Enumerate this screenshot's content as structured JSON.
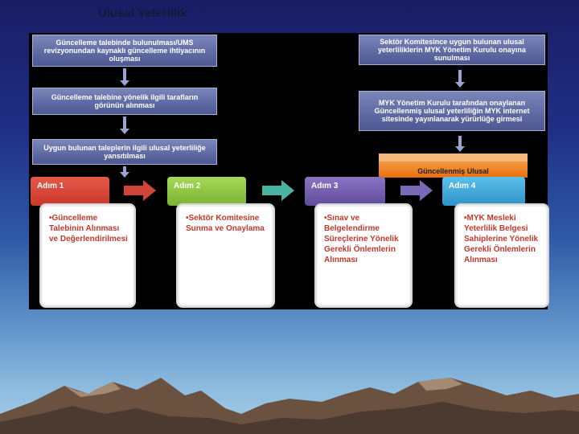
{
  "slide": {
    "title": "Ulusal Yeterlilik"
  },
  "left_flow": [
    "Güncelleme talebinde bulunulması/UMS revizyonundan kaynaklı güncelleme ihtiyacının oluşması",
    "Güncelleme talebine yönelik ilgili tarafların görünün alınması",
    "Uygun bulunan taleplerin ilgili ulusal yeterliliğe yansıtılması"
  ],
  "right_flow": [
    "Sektör Komitesince uygun bulunan ulusal yeterliliklerin MYK Yönetim Kurulu onayına sunulması",
    "MYK Yönetim Kurulu tarafından onaylanan Güncellenmiş ulusal yeterliliğin MYK internet sitesinde yayınlanarak yürürlüğe girmesi"
  ],
  "result_box": "Güncellenmiş Ulusal",
  "steps": [
    {
      "label": "Adım 1",
      "color": "#d0453a",
      "text": "•Güncelleme Talebinin Alınması ve Değerlendirilmesi",
      "text_color": "#c0392b"
    },
    {
      "label": "Adım 2",
      "color": "#8cc63f",
      "text": "•Sektör Komitesine Sunma ve Onaylama",
      "text_color": "#c0392b"
    },
    {
      "label": "Adım 3",
      "color": "#6e5aa8",
      "text": "•Sınav ve Belgelendirme Süreçlerine Yönelik Gerekli Önlemlerin Alınması",
      "text_color": "#c0392b"
    },
    {
      "label": "Adım 4",
      "color": "#3aa6d8",
      "text": "•MYK Mesleki Yeterlilik Belgesi Sahiplerine Yönelik Gerekli Önlemlerin Alınması",
      "text_color": "#c0392b"
    }
  ],
  "colors": {
    "arrow_1": "#d0453a",
    "arrow_2": "#49b2a0",
    "arrow_3": "#7a6ab5"
  }
}
